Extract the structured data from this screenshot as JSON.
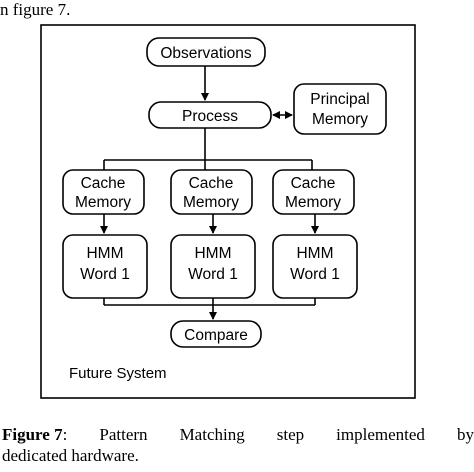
{
  "page_top_fragment": "n figure 7.",
  "diagram": {
    "nodes": {
      "observations": "Observations",
      "process": "Process",
      "principal_memory": [
        "Principal",
        "Memory"
      ],
      "cache_memory_1": [
        "Cache",
        "Memory"
      ],
      "cache_memory_2": [
        "Cache",
        "Memory"
      ],
      "cache_memory_3": [
        "Cache",
        "Memory"
      ],
      "hmm_1": [
        "HMM",
        "Word 1"
      ],
      "hmm_2": [
        "HMM",
        "Word 1"
      ],
      "hmm_3": [
        "HMM",
        "Word 1"
      ],
      "compare": "Compare"
    },
    "frame_label": "Future System"
  },
  "caption": {
    "figure_label": "Figure 7",
    "text_line1_words": [
      "Pattern",
      "Matching",
      "step",
      "implemented",
      "by"
    ],
    "text_line2": "dedicated hardware."
  }
}
